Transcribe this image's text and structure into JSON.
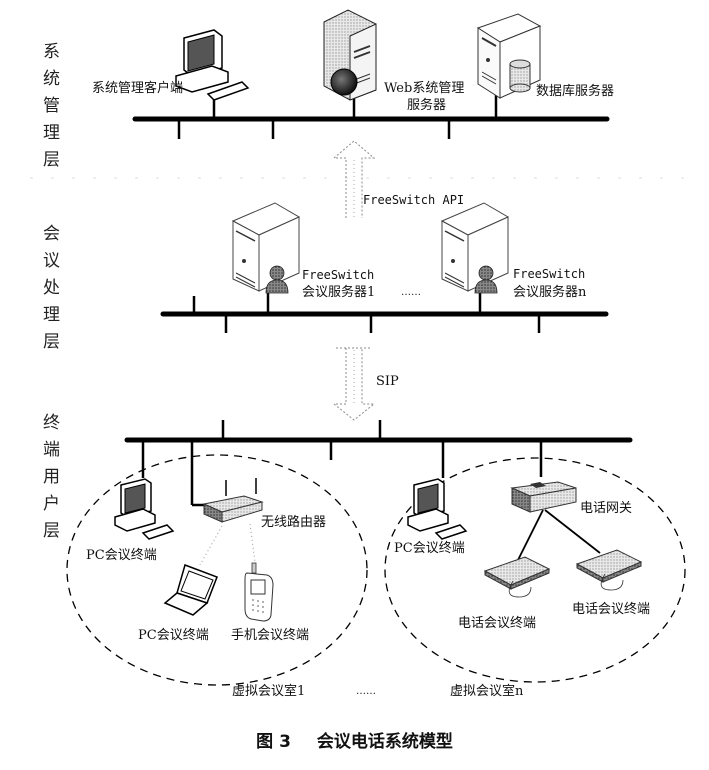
{
  "layers": {
    "management": "系统管理层",
    "processing": "会议处理层",
    "terminal": "终端用户层"
  },
  "management_layer": {
    "client_label": "系统管理客户端",
    "web_server_label_line1": "Web系统管理",
    "web_server_label_line2": "服务器",
    "db_server_label": "数据库服务器"
  },
  "arrows": {
    "api_label": "FreeSwitch API",
    "sip_label": "SIP"
  },
  "processing_layer": {
    "server1_line1": "FreeSwitch",
    "server1_line2": "会议服务器1",
    "ellipsis": "……",
    "servern_line1": "FreeSwitch",
    "servern_line2": "会议服务器n"
  },
  "terminal_layer": {
    "room1": {
      "pc_terminal_label": "PC会议终端",
      "router_label": "无线路由器",
      "laptop_terminal_label": "PC会议终端",
      "mobile_terminal_label": "手机会议终端",
      "room_label": "虚拟会议室1"
    },
    "ellipsis": "……",
    "roomn": {
      "pc_terminal_label": "PC会议终端",
      "gateway_label": "电话网关",
      "phone_terminal1_label": "电话会议终端",
      "phone_terminal2_label": "电话会议终端",
      "room_label": "虚拟会议室n"
    }
  },
  "caption": {
    "figure_number": "图 3",
    "title": "会议电话系统模型"
  }
}
